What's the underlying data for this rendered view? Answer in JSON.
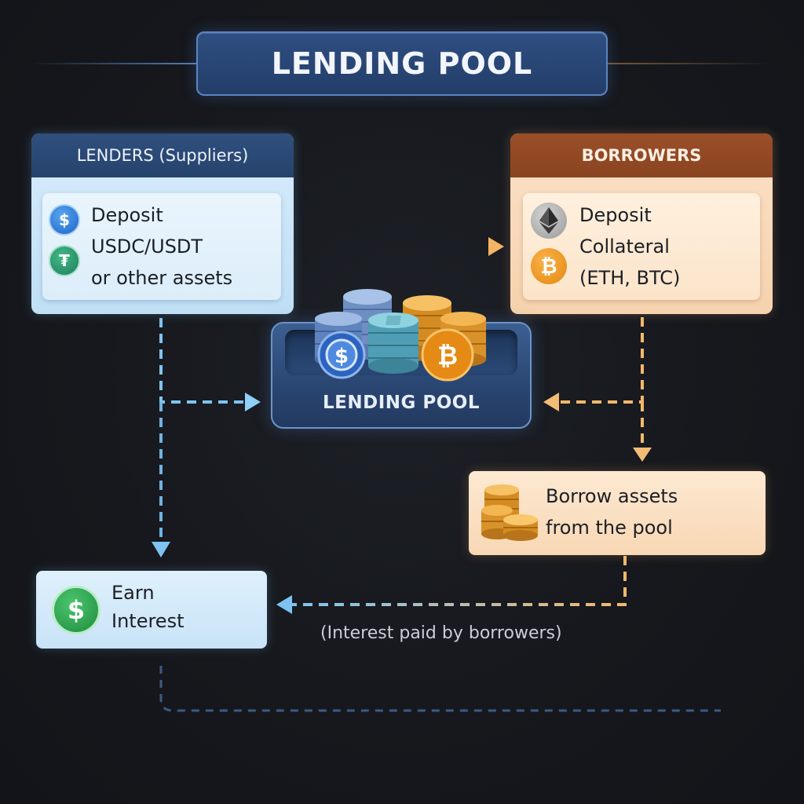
{
  "title": "LENDING POOL",
  "lenders": {
    "header": "LENDERS (Suppliers)",
    "body": "Deposit\nUSDC/USDT\nor other assets",
    "icons": [
      "usdc-icon",
      "tether-icon"
    ]
  },
  "borrowers": {
    "header": "BORROWERS",
    "body": "Deposit\nCollateral\n(ETH, BTC)",
    "icons": [
      "ethereum-icon",
      "bitcoin-icon"
    ]
  },
  "pool": {
    "label": "LENDING POOL"
  },
  "borrow": {
    "body": "Borrow assets\nfrom the pool",
    "icon": "coin-stack-icon"
  },
  "earn": {
    "body": "Earn\nInterest",
    "icon": "dollar-icon"
  },
  "note": "(Interest paid by borrowers)",
  "colors": {
    "lender_flow": "#7ec3f2",
    "borrower_flow": "#f2b86c",
    "title_border": "#5d84c2",
    "borrowers_header": "#9a4f28",
    "lenders_header": "#2f4f7e"
  }
}
